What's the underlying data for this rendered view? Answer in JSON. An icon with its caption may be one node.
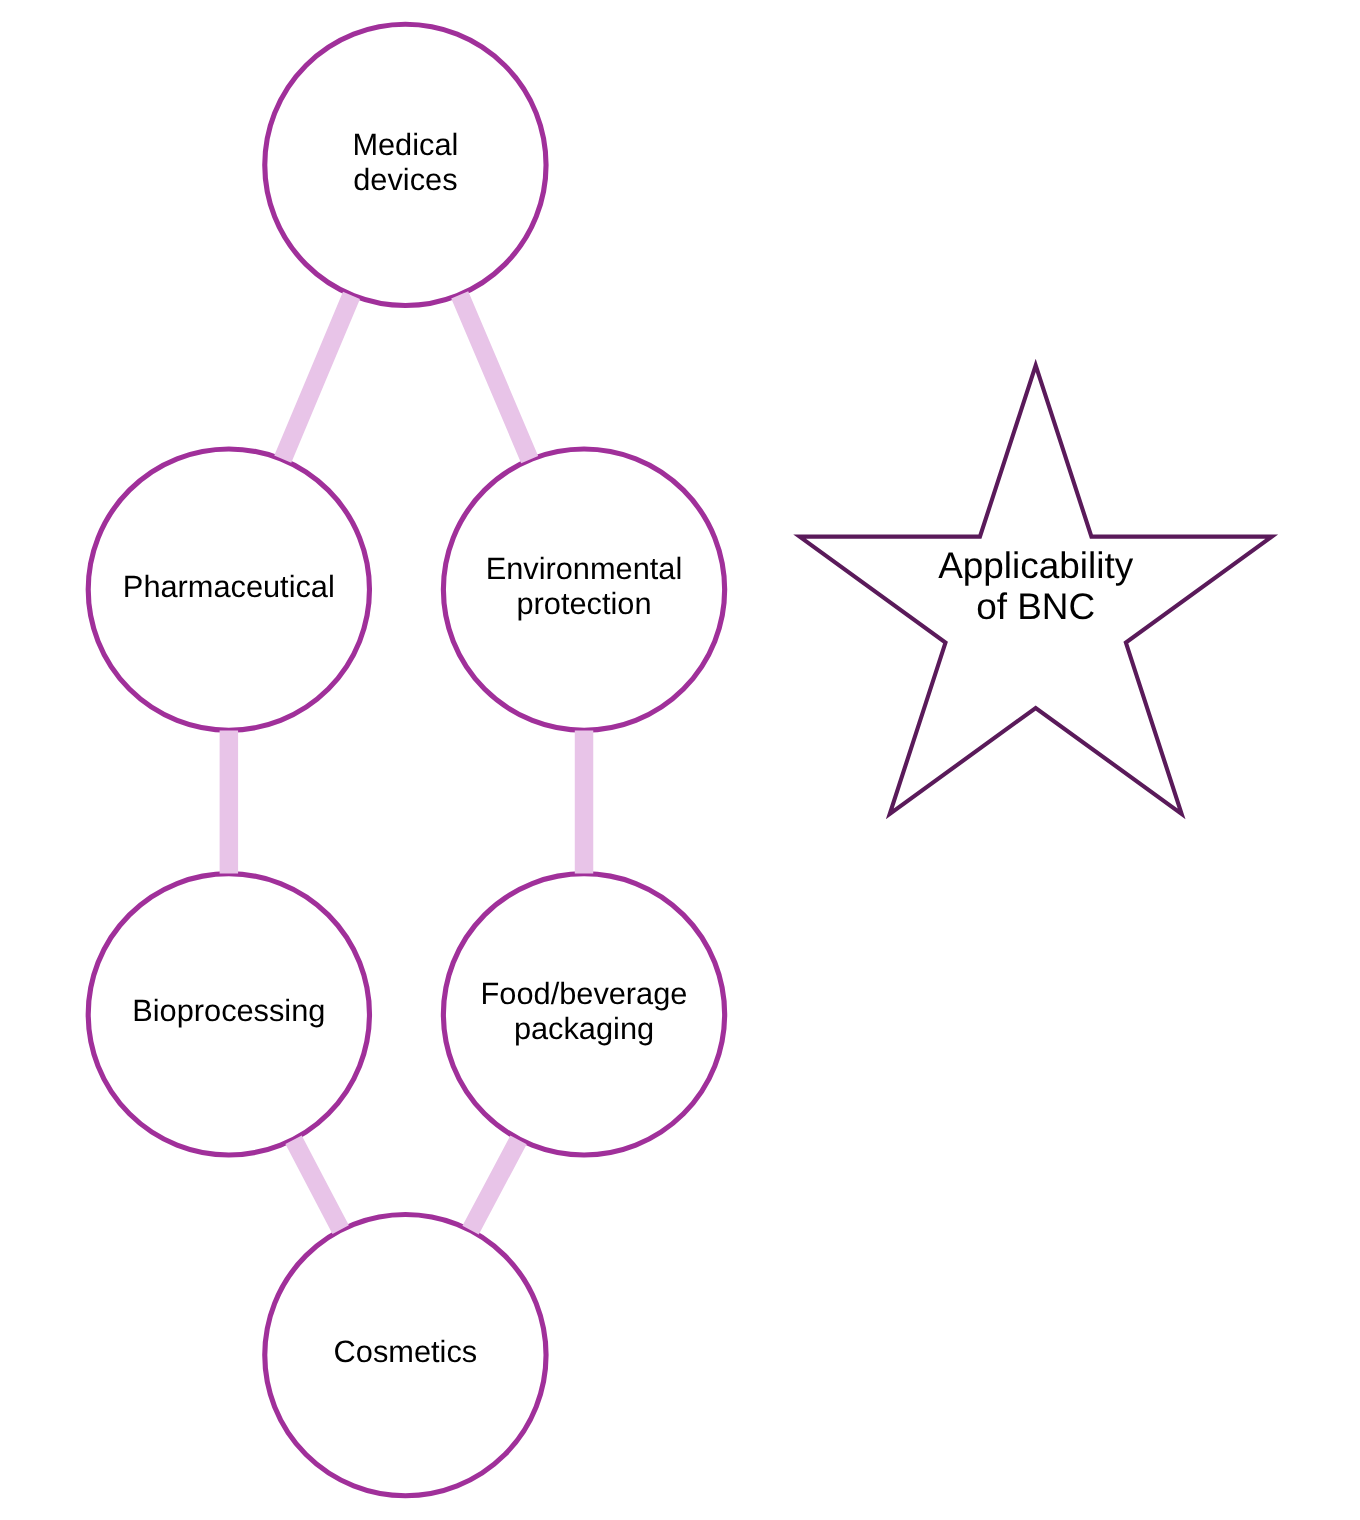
{
  "diagram": {
    "nodes": [
      {
        "text": [
          "Applicability of BNC"
        ]
      },
      {
        "text": [
          "Medical devices"
        ]
      },
      {
        "text": [
          "Environmental protection"
        ]
      },
      {
        "text": [
          "Food/beverage packaging"
        ]
      },
      {
        "text": [
          "Cosmetics"
        ]
      },
      {
        "text": [
          "Bioprocessing"
        ]
      },
      {
        "text": [
          "Pharmaceutical"
        ]
      }
    ],
    "edges": [
      {
        "from": 1,
        "to": 2,
        "arrow": "none"
      },
      {
        "from": 2,
        "to": 3,
        "arrow": "none"
      },
      {
        "from": 3,
        "to": 4,
        "arrow": "none"
      },
      {
        "from": 5,
        "to": 4,
        "arrow": "none"
      },
      {
        "from": 6,
        "to": 5,
        "arrow": "none"
      },
      {
        "from": 1,
        "to": 6,
        "arrow": "none"
      }
    ]
  }
}
